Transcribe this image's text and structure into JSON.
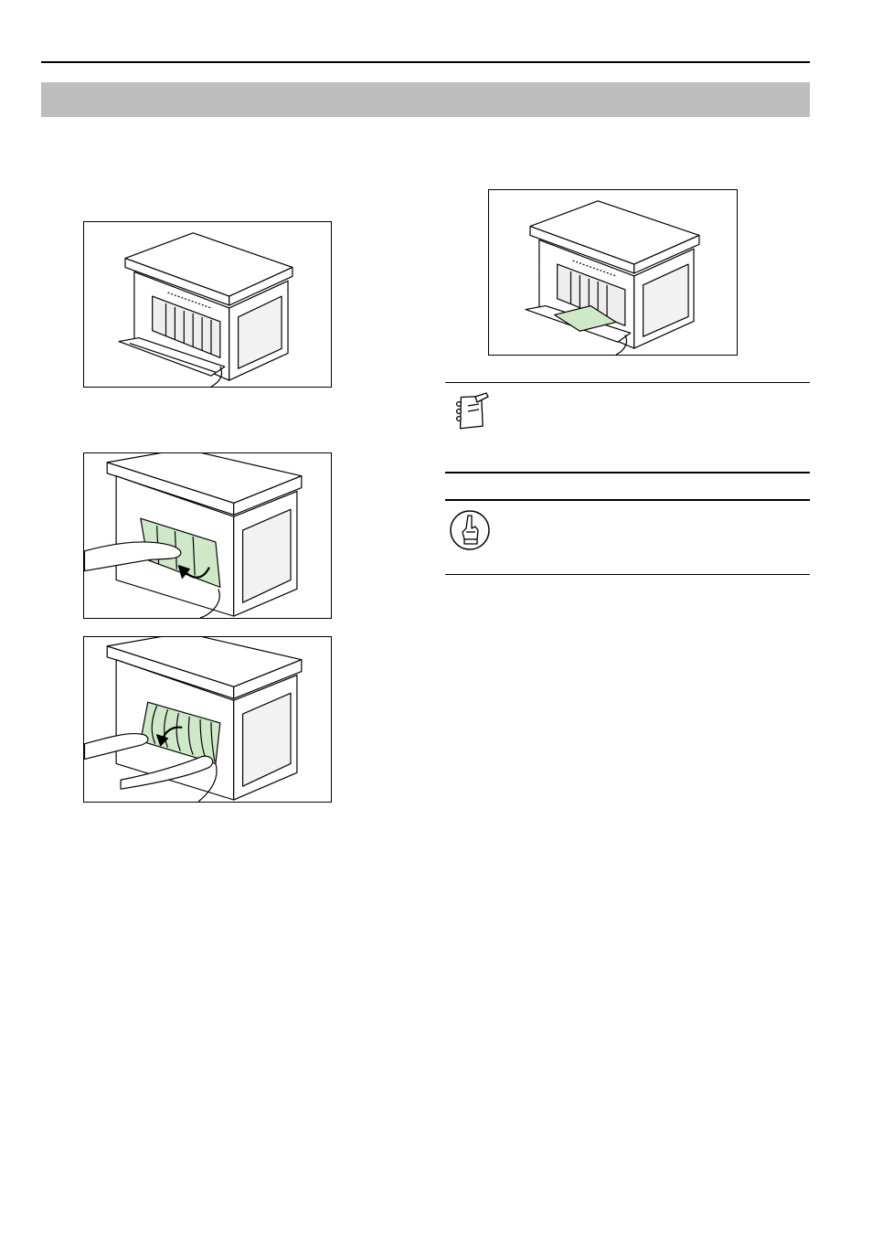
{
  "page": {
    "header_title": "",
    "figures": [
      {
        "id": "printer-rear-tray-open",
        "icon": "printer-illustration"
      },
      {
        "id": "printer-rear-cover-open-hand",
        "icon": "printer-illustration"
      },
      {
        "id": "printer-guides-hands",
        "icon": "printer-illustration"
      },
      {
        "id": "printer-paper-on-tray",
        "icon": "printer-illustration"
      }
    ],
    "note": {
      "icon": "notepad-pencil-icon",
      "text": ""
    },
    "important": {
      "icon": "pointing-hand-icon",
      "text": ""
    }
  },
  "colors": {
    "paper_green": "#cfe8c8",
    "band_gray": "#bdbdbd",
    "line": "#000000"
  }
}
